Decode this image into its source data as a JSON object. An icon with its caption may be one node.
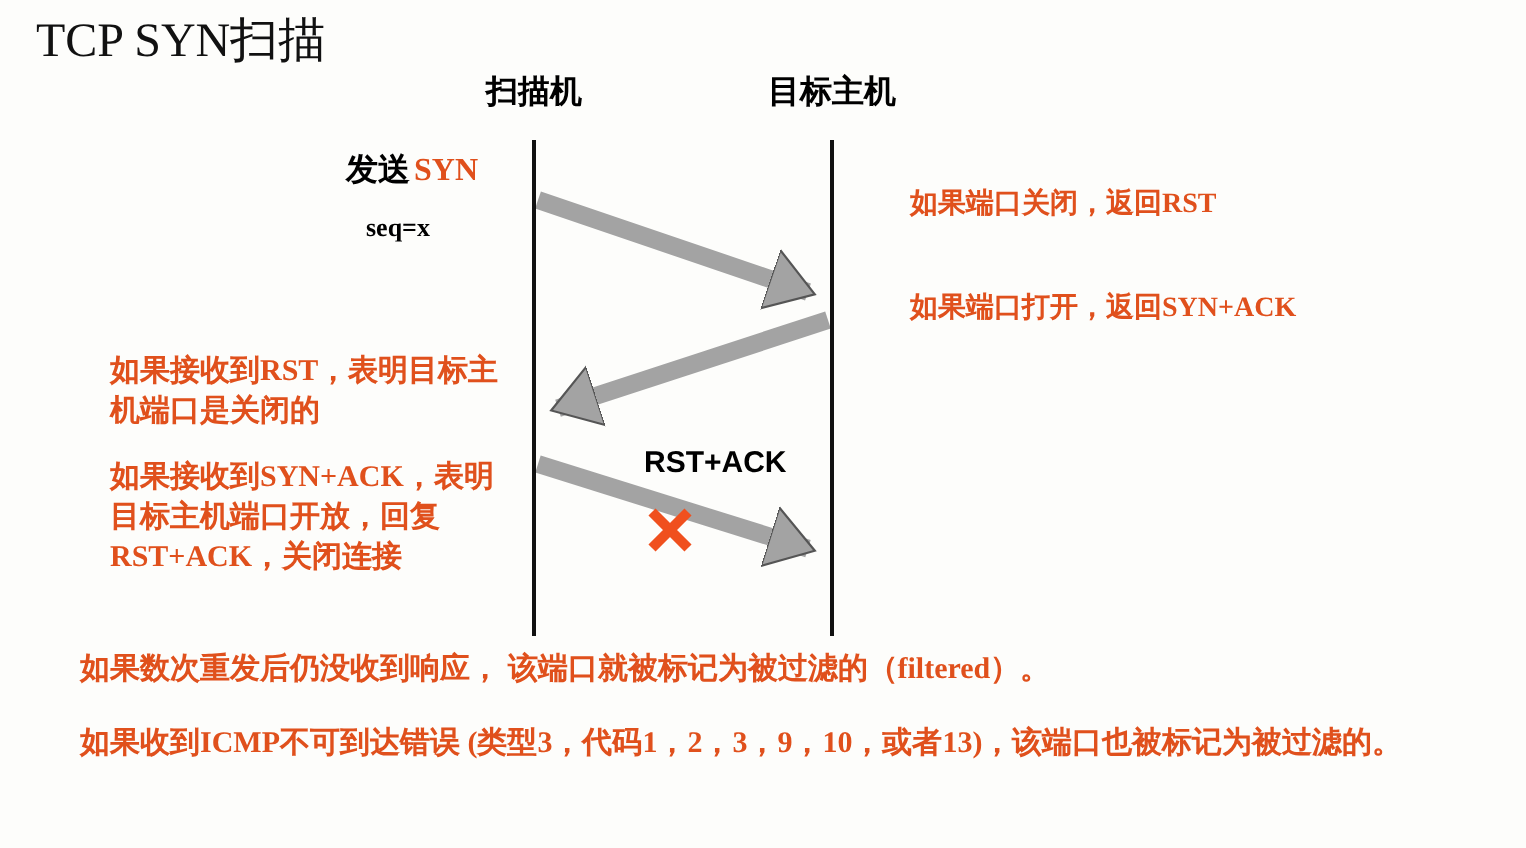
{
  "diagram": {
    "title": "TCP SYN扫描",
    "nodes": [
      {
        "text": [
          "扫描机"
        ]
      },
      {
        "text": [
          "目标主机"
        ]
      }
    ],
    "edges": [
      {
        "from": 0,
        "to": 1,
        "arrow": "to"
      },
      {
        "from": 1,
        "to": 0,
        "arrow": "to"
      },
      {
        "from": 0,
        "to": 1,
        "arrow": "to",
        "label": "RST+ACK"
      }
    ],
    "labels": [
      "发送",
      "SYN",
      "seq=x",
      "如果端口关闭，返回RST",
      "如果端口打开，返回SYN+ACK",
      "如果接收到RST，表明目标主机端口是关闭的",
      "如果接收到SYN+ACK，表明目标主机端口开放，回复RST+ACK，关闭连接",
      "如果数次重发后仍没收到响应， 该端口就被标记为被过滤的（filtered）。",
      "如果收到ICMP不可到达错误 (类型3，代码1，2，3，9，10，或者13)，该端口也被标记为被过滤的。"
    ]
  }
}
